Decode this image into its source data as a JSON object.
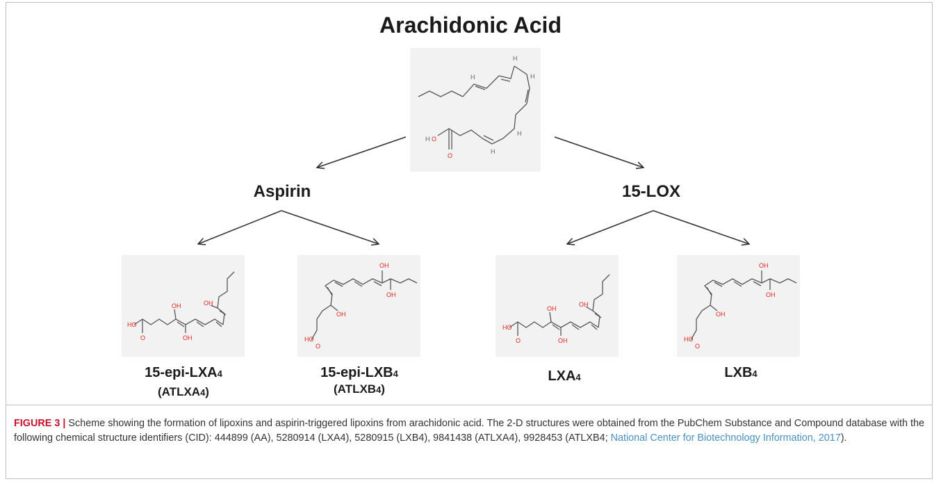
{
  "diagram": {
    "top_title": "Arachidonic Acid",
    "branch_left": "Aspirin",
    "branch_right": "15-LOX",
    "products": [
      {
        "name_main": "15-epi-LXA",
        "name_sub": "4",
        "abbr_main": "(ATLXA",
        "abbr_sub": "4",
        "abbr_end": ")"
      },
      {
        "name_main": "15-epi-LXB",
        "name_sub": "4",
        "abbr_main": "(ATLXB",
        "abbr_sub": "4",
        "abbr_end": ")"
      },
      {
        "name_main": "LXA",
        "name_sub": "4"
      },
      {
        "name_main": "LXB",
        "name_sub": "4"
      }
    ],
    "atom_labels": {
      "oxygen": "O",
      "hydrogen": "H",
      "hydroxyl": "OH",
      "hydroxyl_left": "HO",
      "h_o_left": "H"
    },
    "colors": {
      "panel_bg": "#f2f2f2",
      "oxygen": "#e0241b",
      "bond": "#555555",
      "arrow": "#333333"
    }
  },
  "caption": {
    "figure_label": "FIGURE 3 |",
    "text": " Scheme showing the formation of lipoxins and aspirin-triggered lipoxins from arachidonic acid. The 2-D structures were obtained from the PubChem Substance and Compound database with the following chemical structure identifiers (CID): 444899 (AA), 5280914 (LXA4), 5280915 (LXB4), 9841438 (ATLXA4), 9928453 (ATLXB4; ",
    "citation": "National Center for Biotechnology Information, 2017",
    "end": ")."
  }
}
